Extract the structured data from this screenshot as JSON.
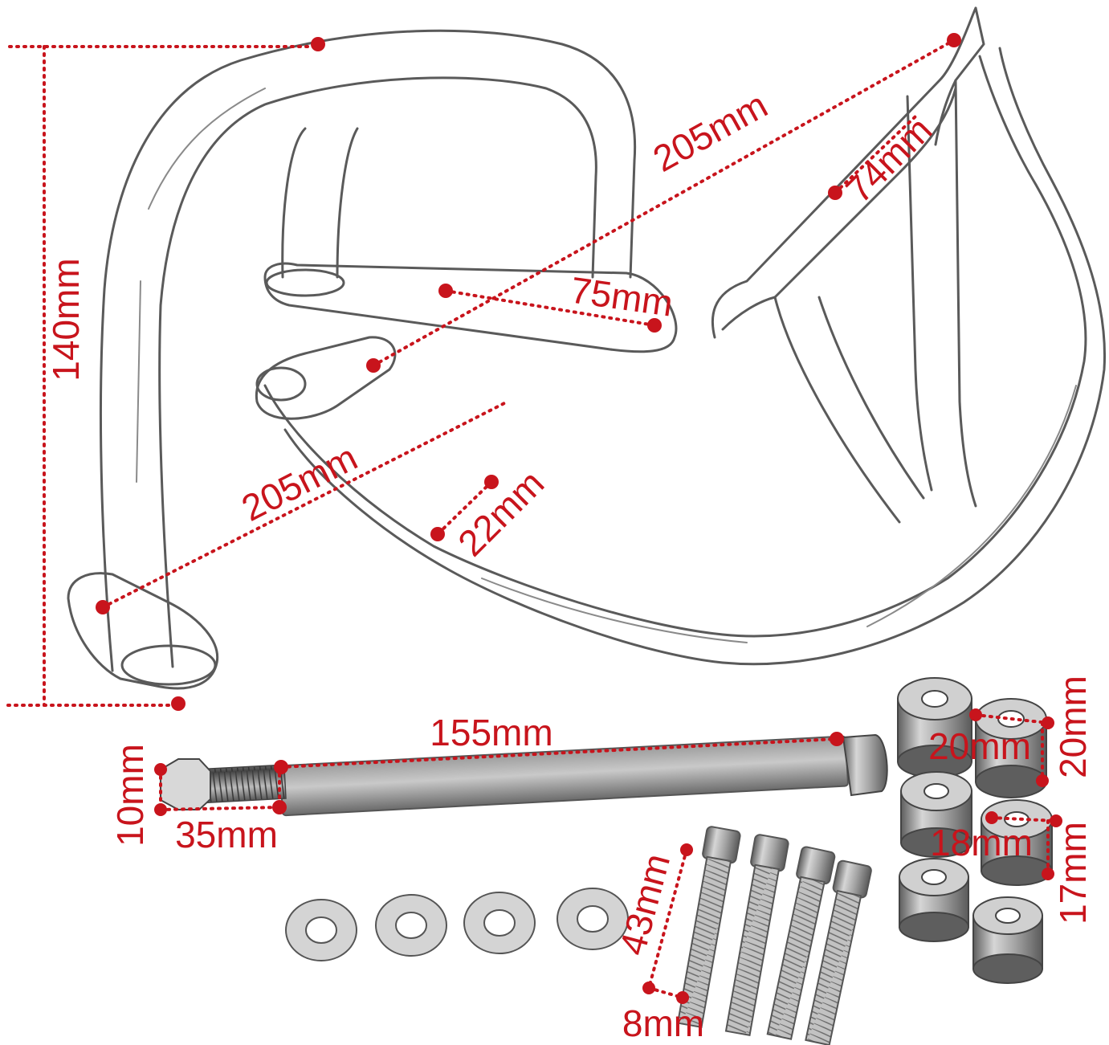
{
  "colors": {
    "dimension": "#c8141c",
    "outline": "#5a5a5a",
    "metal_light": "#e6e6e6",
    "metal_dark": "#6d6d6d"
  },
  "dimensions": {
    "frame_height": "140mm",
    "frame_diagonal_top": "205mm",
    "frame_diagonal_bottom": "205mm",
    "bracket_width": "74mm",
    "plate_span": "75mm",
    "tube_diameter": "22mm",
    "bolt_length": "155mm",
    "bolt_diameter": "10mm",
    "thread_length": "35mm",
    "spacer_outer_diameter": "20mm",
    "spacer_height": "20mm",
    "small_spacer_diameter": "18mm",
    "small_spacer_height": "17mm",
    "screw_length": "43mm",
    "screw_diameter": "8mm"
  }
}
